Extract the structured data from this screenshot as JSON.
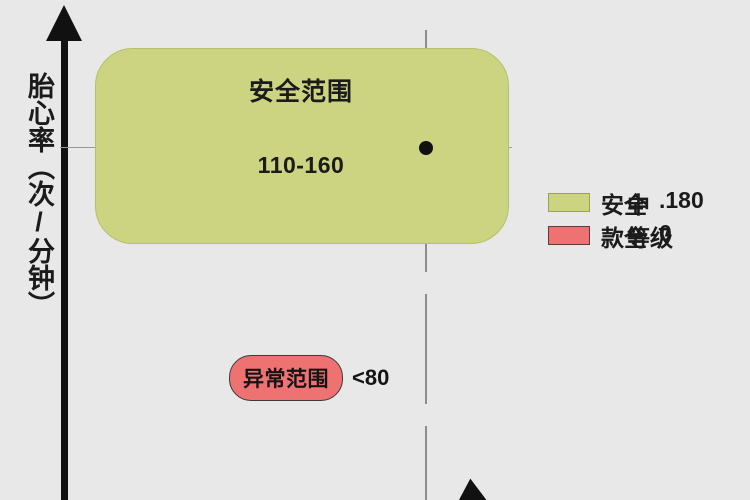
{
  "chart_data": {
    "type": "bar",
    "title": "",
    "ylabel": "胎心率（次/分钟）",
    "xlabel": "",
    "grid": true,
    "legend_position": "right",
    "categories": [
      "安全范围",
      "异常范围"
    ],
    "annotations": [
      {
        "label": "安全范围",
        "value": "110-160",
        "range": [
          110,
          160
        ],
        "color": "#ccd481"
      },
      {
        "label": "异常范围",
        "value": "<80",
        "range": [
          0,
          80
        ],
        "color": "#ef7272"
      }
    ],
    "series": [
      {
        "name": "安全范围",
        "values": [
          110,
          160
        ],
        "color": "#ccd481"
      },
      {
        "name": "异常范围",
        "values": [
          80
        ],
        "color": "#ef7272"
      }
    ],
    "marker_point": {
      "label": "",
      "x": 425,
      "y": 147
    }
  },
  "axes": {
    "y_title": "胎心率（次/分钟）",
    "y_arrow_icon": "arrow-up-icon",
    "x_arrow_icon": "arrow-right-icon"
  },
  "safe_zone": {
    "label": "安全范围",
    "value": "110-160",
    "fill_color": "#ccd481",
    "border_color": "#b6bf6c"
  },
  "abnormal_zone": {
    "label": "异常范围",
    "value": "<80",
    "fill_color": "#ef7272",
    "border_color": "#3a3a3a"
  },
  "legend": {
    "items": [
      {
        "swatch_color": "#ccd481",
        "label_base": "安全",
        "label_overlay": "中",
        "label_overlay2": ".180",
        "swatch_icon": "green-square-icon"
      },
      {
        "swatch_color": "#ef7272",
        "label_base": "款全",
        "label_overlay": "等级",
        "label_overlay2": "0",
        "swatch_icon": "red-square-icon"
      }
    ]
  }
}
